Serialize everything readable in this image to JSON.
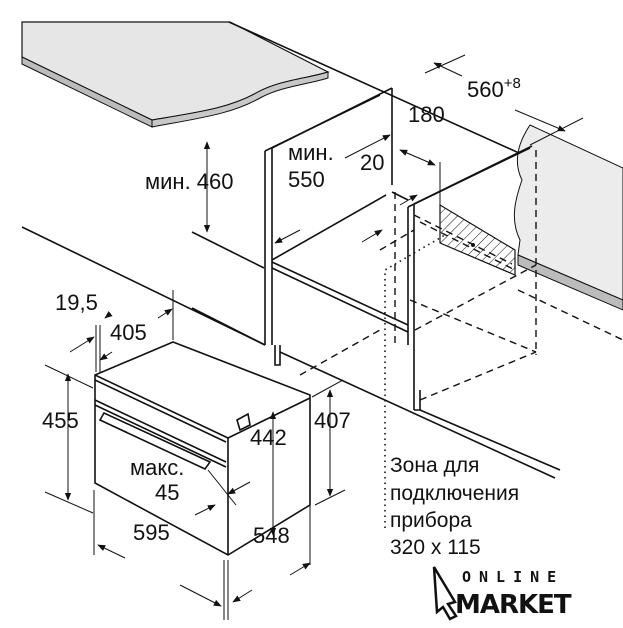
{
  "diagram": {
    "niche_width": "560",
    "niche_width_tolerance": "+8",
    "rear_gap": "180",
    "min_depth_label": "мин.",
    "min_depth": "550",
    "front_gap": "20",
    "min_height": "мин. 460",
    "front_frame": "19,5",
    "top_depth": "405",
    "appliance_height": "455",
    "body_height": "442",
    "side_height": "407",
    "door_label": "макс.",
    "door_value": "45",
    "appliance_width": "595",
    "appliance_depth": "548",
    "zone_lines": [
      "Зона для",
      "подключения",
      "прибора",
      "320 x 115"
    ]
  },
  "logo": {
    "line1": "ONLINE",
    "line2": "MARKET"
  }
}
